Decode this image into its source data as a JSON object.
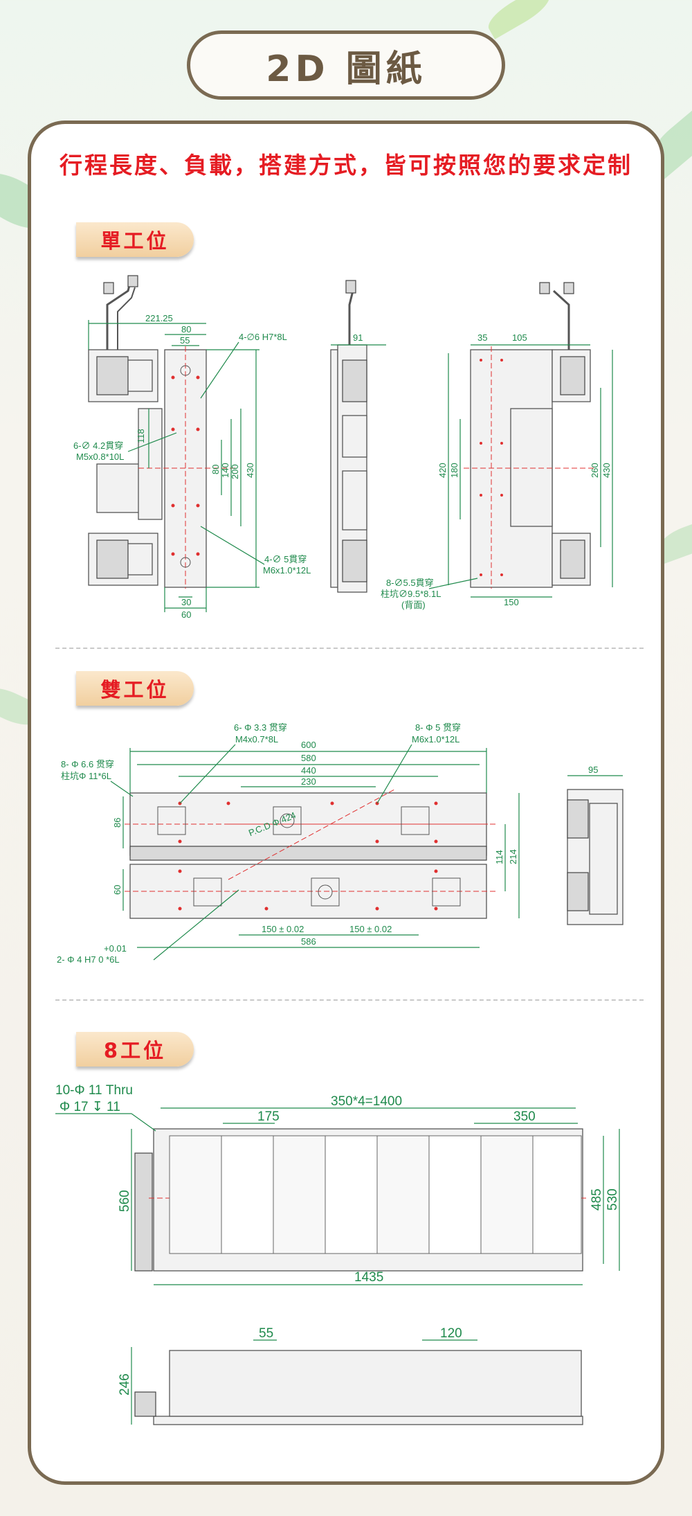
{
  "header": {
    "title": "2D 圖紙"
  },
  "subtitle": "行程長度、負載，搭建方式，皆可按照您的要求定制",
  "sections": {
    "single": {
      "tab": "單工位",
      "dims": {
        "d221": "221.25",
        "d80": "80",
        "d55": "55",
        "d118": "118",
        "d80v": "80",
        "d140": "140",
        "d200": "200",
        "d430": "430",
        "d30": "30",
        "d60": "60",
        "d91": "91",
        "d35": "35",
        "d105": "105",
        "d420": "420",
        "d180": "180",
        "d260": "260",
        "d430b": "430",
        "d150": "150"
      },
      "notes": {
        "n1": "4-∅6 H7*8L",
        "n2a": "6-∅ 4.2貫穿",
        "n2b": "M5x0.8*10L",
        "n3a": "4-∅ 5貫穿",
        "n3b": "M6x1.0*12L",
        "n4a": "8-∅5.5貫穿",
        "n4b": "柱坑∅9.5*8.1L",
        "n4c": "(背面)"
      }
    },
    "double": {
      "tab": "雙工位",
      "dims": {
        "d600": "600",
        "d580": "580",
        "d440": "440",
        "d230": "230",
        "d86": "86",
        "d60": "60",
        "d114": "114",
        "d214": "214",
        "d150a": "150 ± 0.02",
        "d150b": "150 ± 0.02",
        "d586": "586",
        "d95": "95",
        "pcd": "P.C.D Φ 424"
      },
      "notes": {
        "n1a": "6- Φ 3.3 贯穿",
        "n1b": "M4x0.7*8L",
        "n2a": "8- Φ 5 贯穿",
        "n2b": "M6x1.0*12L",
        "n3a": "8- Φ 6.6 贯穿",
        "n3b": "柱坑Φ 11*6L",
        "n4tol": "+0.01",
        "n4a": "2- Φ 4 H7   0    *6L"
      }
    },
    "eight": {
      "tab": "8工位",
      "dims": {
        "d1400": "350*4=1400",
        "d175": "175",
        "d350": "350",
        "d560": "560",
        "d485": "485",
        "d530": "530",
        "d1435": "1435",
        "d55": "55",
        "d120": "120",
        "d246": "246"
      },
      "notes": {
        "n1a": "10-Φ 11 Thru",
        "n1b": "Φ 17 ↧ 11"
      }
    }
  }
}
